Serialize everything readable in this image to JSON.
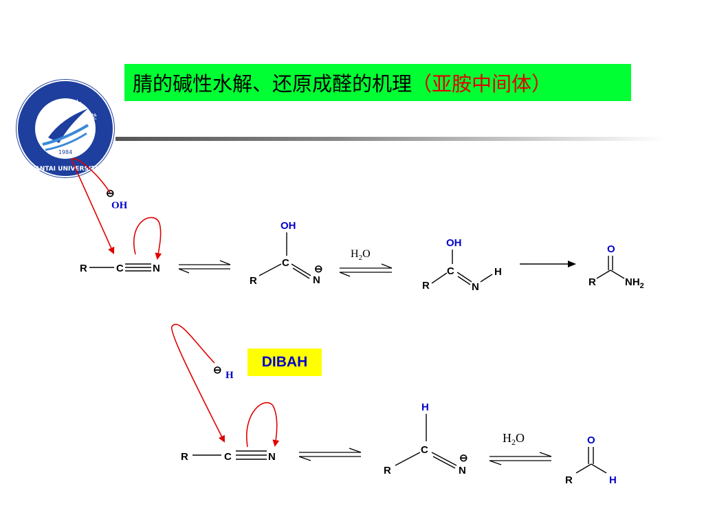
{
  "title": {
    "black_text": "腈的碱性水解、还原成醛的机理",
    "red_text": "（亚胺中间体）"
  },
  "logo": {
    "year": "1984",
    "motto": "YANTAI UNIVERSITY",
    "chars": [
      "烟",
      "台",
      "大",
      "学"
    ]
  },
  "colors": {
    "title_bg": "#00ff33",
    "reagent_box": "#ffff00",
    "arrow_red": "#e00000",
    "atom_blue": "#0000cc"
  },
  "reaction1": {
    "nucleophile": "OH",
    "minus": "⊖",
    "r": "R",
    "c": "C",
    "n": "N",
    "oh": "OH",
    "h": "H",
    "o": "O",
    "water": {
      "h": "H",
      "sub": "2",
      "o": "O"
    },
    "nh2": {
      "main": "NH",
      "sub": "2"
    }
  },
  "reaction2": {
    "reagent": "DIBAH",
    "nucleophile": "H",
    "minus": "⊖",
    "r": "R",
    "c": "C",
    "n": "N",
    "h": "H",
    "o": "O",
    "water": {
      "h": "H",
      "sub": "2",
      "o": "O"
    }
  }
}
